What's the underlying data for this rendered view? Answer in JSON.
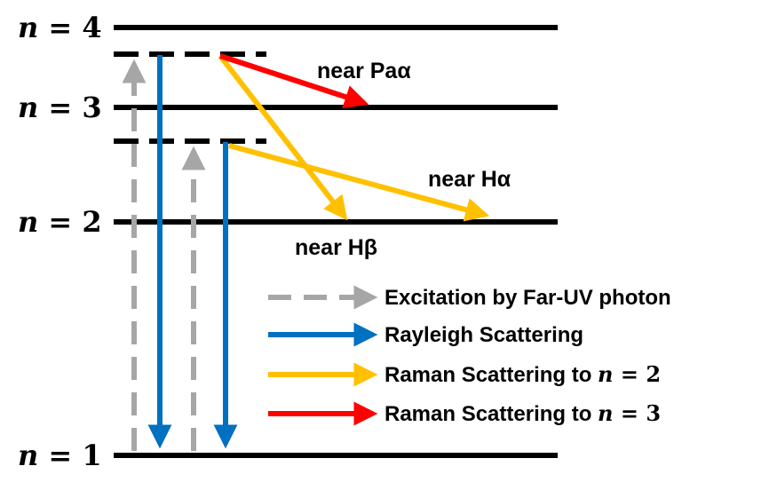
{
  "levels": {
    "n4": {
      "var": "n",
      "eq": " = ",
      "num": "4"
    },
    "n3": {
      "var": "n",
      "eq": " = ",
      "num": "3"
    },
    "n2": {
      "var": "n",
      "eq": " = ",
      "num": "2"
    },
    "n1": {
      "var": "n",
      "eq": " = ",
      "num": "1"
    }
  },
  "transition_labels": {
    "pa_alpha": "near Paα",
    "h_alpha": "near Hα",
    "h_beta": "near Hβ"
  },
  "legend": [
    {
      "text": "Excitation by Far-UV photon",
      "color": "#a6a6a6",
      "style": "dashed"
    },
    {
      "text": "Rayleigh Scattering",
      "color": "#0070c0",
      "style": "solid"
    },
    {
      "text": "Raman Scattering to ",
      "math_var": "n",
      "math_rest": " = 2",
      "color": "#ffc000",
      "style": "solid"
    },
    {
      "text": "Raman Scattering to ",
      "math_var": "n",
      "math_rest": " = 3",
      "color": "#ff0000",
      "style": "solid"
    }
  ],
  "colors": {
    "level_line": "#000000",
    "excitation": "#a6a6a6",
    "rayleigh": "#0070c0",
    "raman_n2": "#ffc000",
    "raman_n3": "#ff0000"
  }
}
